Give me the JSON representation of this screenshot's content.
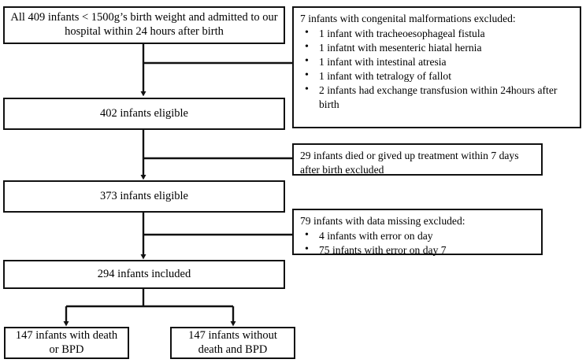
{
  "figure": {
    "type": "flow-diagram",
    "title": "Study participant flow diagram"
  },
  "nodes": {
    "enrollment": {
      "text": "All 409 infants  < 1500g’s birth weight and admitted to our hospital within 24 hours after birth"
    },
    "eligible_402": {
      "text": "402 infants eligible"
    },
    "eligible_373": {
      "text": "373 infants eligible"
    },
    "included_294": {
      "text": "294 infants included"
    },
    "outcome_with_bpd": {
      "text": "147 infants with death or BPD"
    },
    "outcome_without_bpd": {
      "text": "147 infants without death and BPD"
    }
  },
  "exclusions": [
    {
      "id": "exclusion-congenital-malformations",
      "title": "7 infants with congenital malformations excluded:",
      "items": [
        "1 infant with tracheoesophageal fistula",
        "1 infatnt with mesenteric hiatal hernia",
        "1 infant with intestinal atresia",
        "1 infant with tetralogy of fallot",
        "2 infants had exchange transfusion within 24hours after birth"
      ]
    },
    {
      "id": "exclusion-died-or-treatment-withdrawn",
      "title": "29 infants died or gived up treatment within 7 days after birth excluded",
      "items": []
    },
    {
      "id": "exclusion-data-missing",
      "title": "79 infants with data missing excluded:",
      "items": [
        "4 infants with error on day",
        "75 infants with error on day 7"
      ]
    }
  ],
  "style": {
    "line_color": "#111111",
    "box_border_color": "#111111",
    "background": "#ffffff",
    "text_color": "#000000"
  }
}
